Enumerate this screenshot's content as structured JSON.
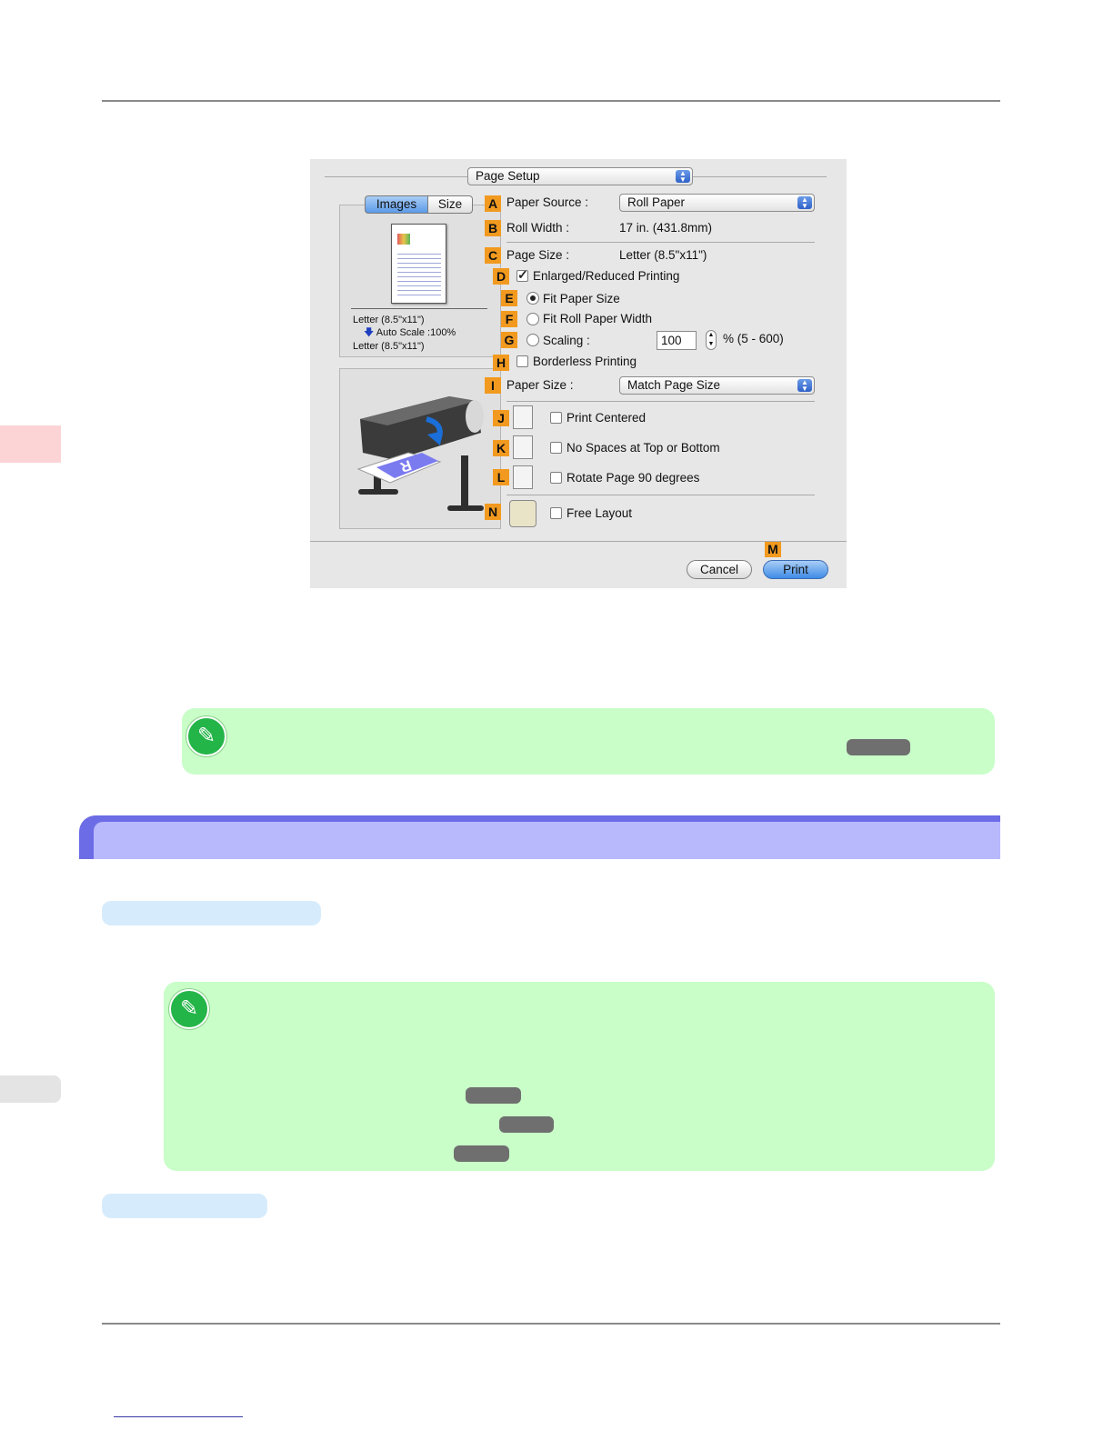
{
  "dialog": {
    "page_setup_popup": "Page Setup",
    "tabs": {
      "images": "Images",
      "size": "Size"
    },
    "labels": [
      "A",
      "B",
      "C",
      "D",
      "E",
      "F",
      "G",
      "H",
      "I",
      "J",
      "K",
      "L",
      "N",
      "M"
    ],
    "paper_source": {
      "label": "Paper Source :",
      "value": "Roll Paper"
    },
    "roll_width": {
      "label": "Roll Width :",
      "value": "17 in. (431.8mm)"
    },
    "page_size": {
      "label": "Page Size :",
      "value": "Letter (8.5\"x11\")"
    },
    "enlarged_reduced": {
      "label": "Enlarged/Reduced Printing",
      "checked": true
    },
    "fit_paper_size": "Fit Paper Size",
    "fit_roll_width": "Fit Roll Paper Width",
    "scaling": {
      "label": "Scaling :",
      "value": "100",
      "range": "% (5 - 600)"
    },
    "borderless": "Borderless Printing",
    "paper_size": {
      "label": "Paper Size :",
      "value": "Match Page Size"
    },
    "print_centered": "Print Centered",
    "no_spaces": "No Spaces at Top or Bottom",
    "rotate_page": "Rotate Page 90 degrees",
    "free_layout": "Free Layout",
    "preview": {
      "line1": "Letter (8.5\"x11\")",
      "line2": "Auto Scale :100%",
      "line3": "Letter (8.5\"x11\")"
    },
    "cancel": "Cancel",
    "print": "Print"
  },
  "colors": {
    "label_orange": "#f29a1f",
    "note_green": "#c9fec9",
    "section_blue": "#b8b8fd",
    "section_edge": "#6c6ce6",
    "subheading_blue": "#d6ecfd",
    "side_tab_pink": "#fcd4d6"
  },
  "icons": [
    "pencil-icon",
    "printer-illustration",
    "popup-arrows-icon"
  ]
}
